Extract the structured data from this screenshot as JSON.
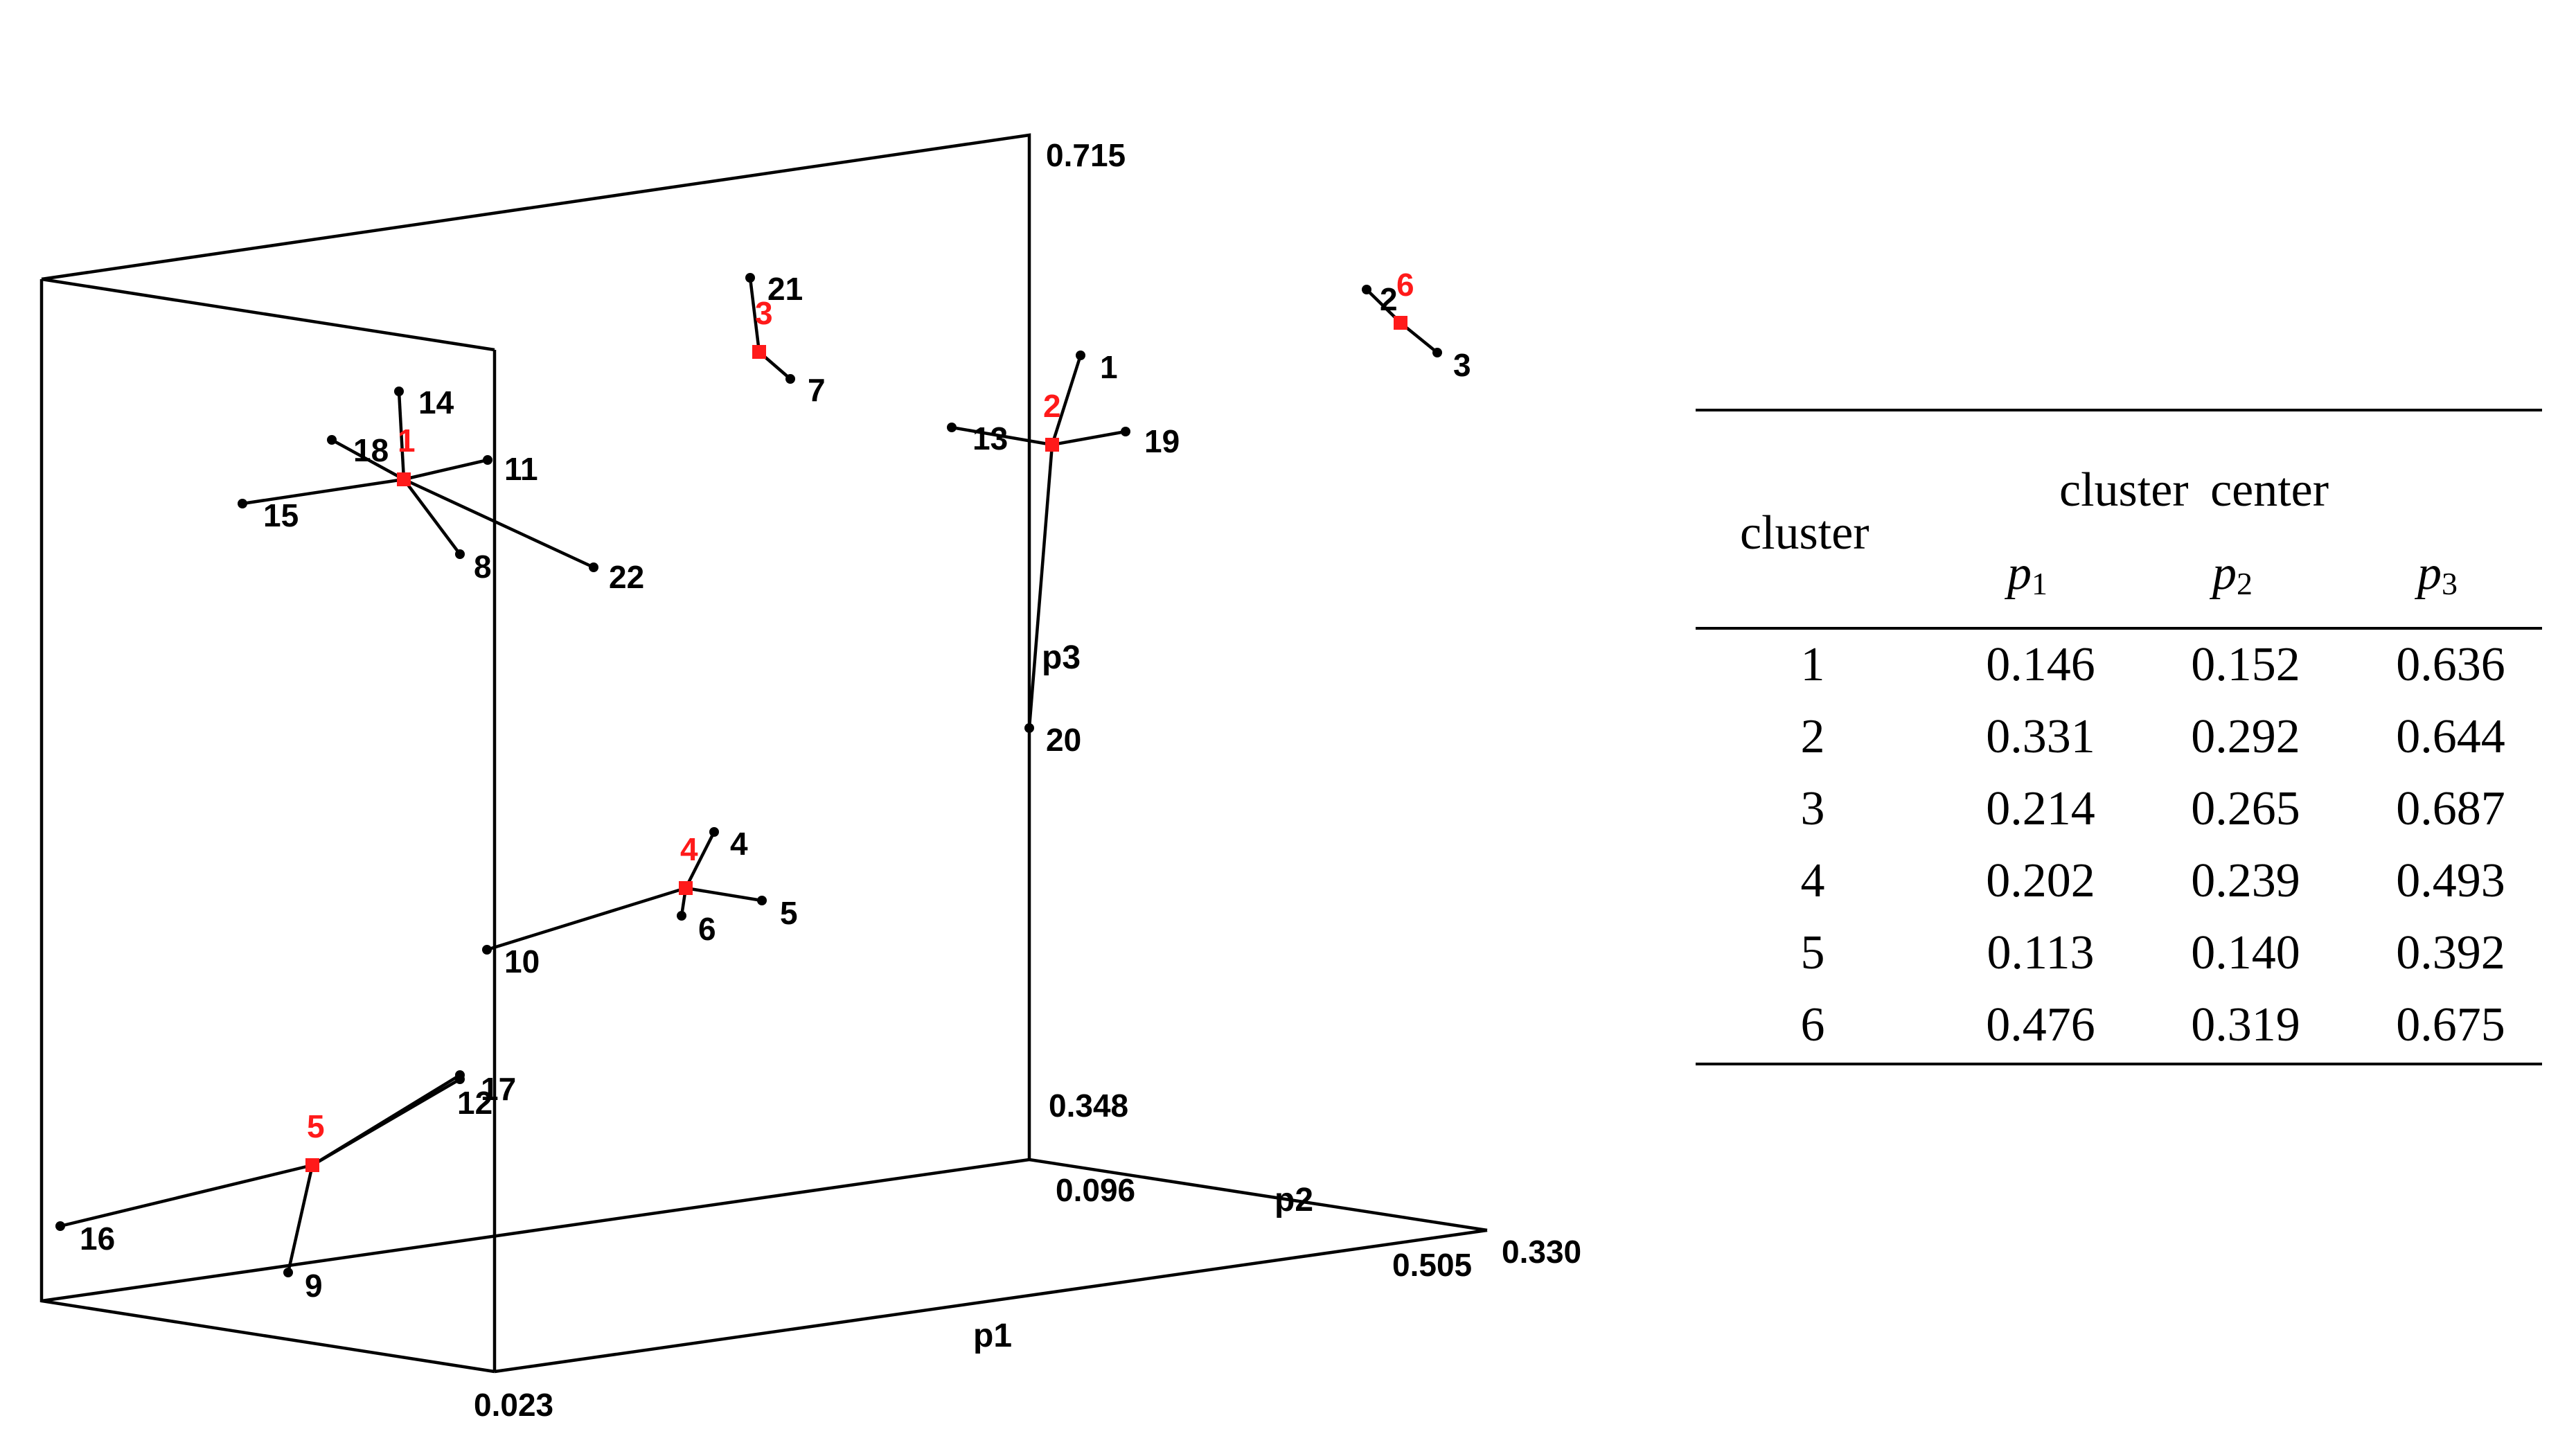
{
  "chart_data": [
    {
      "type": "scatter",
      "axes": {
        "x": {
          "label": "p1",
          "ticks": [
            "0.023",
            "0.505"
          ],
          "range": [
            0.023,
            0.505
          ]
        },
        "y": {
          "label": "p2",
          "ticks": [
            "0.096",
            "0.330"
          ],
          "range": [
            0.096,
            0.33
          ]
        },
        "z": {
          "label": "p3",
          "ticks": [
            "0.348",
            "0.715"
          ],
          "range": [
            0.348,
            0.715
          ]
        }
      },
      "grid": false,
      "clusters": [
        {
          "label": "1",
          "members": [
            "14",
            "18",
            "11",
            "15",
            "8",
            "22"
          ]
        },
        {
          "label": "2",
          "members": [
            "1",
            "13",
            "19",
            "20"
          ]
        },
        {
          "label": "3",
          "members": [
            "21",
            "7"
          ]
        },
        {
          "label": "4",
          "members": [
            "4",
            "5",
            "6",
            "10"
          ]
        },
        {
          "label": "5",
          "members": [
            "16",
            "9",
            "12",
            "17"
          ]
        },
        {
          "label": "6",
          "members": [
            "2",
            "3"
          ]
        }
      ],
      "colors": {
        "points": "#000000",
        "centers": "#ff1a1a"
      }
    },
    {
      "type": "table",
      "header": {
        "cluster": "cluster",
        "center": "cluster  center",
        "p": [
          "p",
          "p",
          "p"
        ],
        "p_sub": [
          "1",
          "2",
          "3"
        ]
      },
      "rows": [
        {
          "cluster": "1",
          "p1": "0.146",
          "p2": "0.152",
          "p3": "0.636"
        },
        {
          "cluster": "2",
          "p1": "0.331",
          "p2": "0.292",
          "p3": "0.644"
        },
        {
          "cluster": "3",
          "p1": "0.214",
          "p2": "0.265",
          "p3": "0.687"
        },
        {
          "cluster": "4",
          "p1": "0.202",
          "p2": "0.239",
          "p3": "0.493"
        },
        {
          "cluster": "5",
          "p1": "0.113",
          "p2": "0.140",
          "p3": "0.392"
        },
        {
          "cluster": "6",
          "p1": "0.476",
          "p2": "0.319",
          "p3": "0.675"
        }
      ]
    }
  ]
}
